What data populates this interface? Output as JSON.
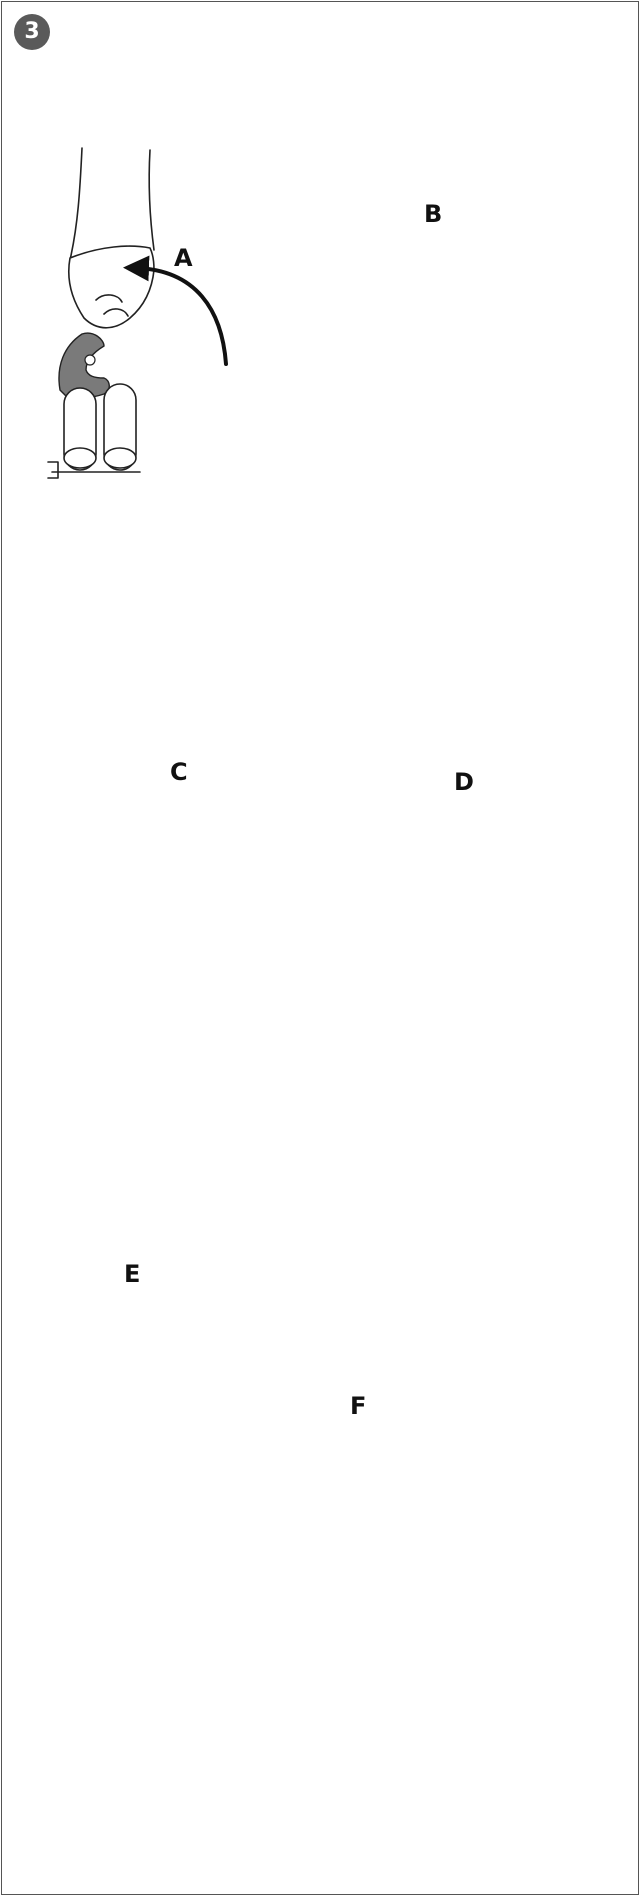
{
  "step": {
    "number": "3"
  },
  "labels": {
    "a": "A",
    "b": "B",
    "c": "C",
    "d": "D",
    "e": "E",
    "f": "F"
  },
  "colors": {
    "badge": "#5a5a5a",
    "line": "#222222",
    "handle_fill": "#7a7a7a",
    "background": "#ffffff"
  },
  "icons": {
    "step_badge": "numbered-circle",
    "arrow_a": "curved-arrow-up-left",
    "arrow_c": "straight-arrow-up",
    "arrow_d": "curved-arrow-right"
  }
}
